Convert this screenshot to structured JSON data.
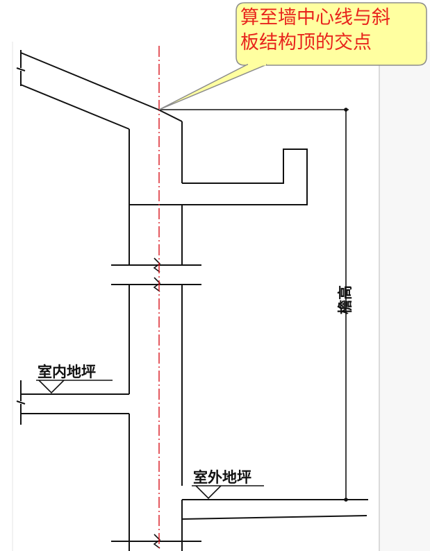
{
  "callout": {
    "line1": "算至墙中心线与斜",
    "line2": "板结构顶的交点"
  },
  "labels": {
    "indoor_floor": "室内地坪",
    "outdoor_floor": "室外地坪",
    "eave_height": "檐高"
  },
  "colors": {
    "callout_fill": "#ffffa0",
    "callout_border": "#8c8c8c",
    "callout_text": "#e8231c",
    "centerline": "#d9141c",
    "lines": "#111111",
    "page_edge": "#d0d0d0"
  }
}
